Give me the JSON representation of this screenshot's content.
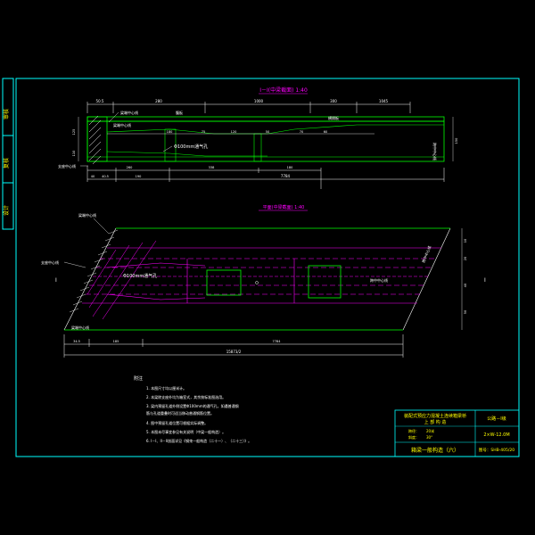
{
  "colors": {
    "background": "#000000",
    "frame": "#00ffff",
    "structure": "#00ff00",
    "accent": "#ff00ff",
    "dimension": "#ffffff",
    "title": "#ffff00",
    "label": "#00ffff"
  },
  "side_panel": {
    "label_top": "审核",
    "label_mid": "复核",
    "label_bottom": "设计"
  },
  "section_view": {
    "title": "I－I(中梁截面) 1:40",
    "dims_top": [
      "50.5",
      "280",
      "1000",
      "300",
      "1045"
    ],
    "dims_mid": [
      "180",
      "75",
      "120",
      "50",
      "70",
      "60"
    ],
    "dims_bottom": [
      "40",
      "40.5",
      "190",
      "260",
      "338",
      "180"
    ],
    "total": "7784",
    "left_heights": [
      "125",
      "110"
    ],
    "right_height": "150",
    "labels": {
      "beam_end_line": "梁端中心线",
      "bearing_center": "支座中心线",
      "vent_hole": "Φ100mm通气孔",
      "seat": "梁端中心线",
      "web": "腹板",
      "stiffener": "横隔板",
      "right_note": "跨中中心线"
    }
  },
  "plan_view": {
    "title": "平面(中梁截面) 1:40",
    "labels": {
      "beam_end_line": "梁端中心线",
      "bearing_center": "支座中心线",
      "vent_hole": "Φ100mm通气孔",
      "midspan": "跨中中心线",
      "bottom": "梁端中心线",
      "cut_mark": "I"
    },
    "dims_bottom": [
      "34.5",
      "185",
      "7784"
    ],
    "total": "15873/2",
    "right_dims": [
      "10",
      "20",
      "40",
      "50"
    ]
  },
  "notes": {
    "heading": "附注",
    "items": [
      "1. 本图尺寸均以厘米计。",
      "2. 本梁除支座外均为箱室式，其余按标准图选用。",
      "3. 梁内预留孔道外侧设置Φ100mm的通气孔，如遇普通钢",
      "   筋与孔道重叠时可适当移动普通钢筋位置。",
      "4. 图中预留孔道位置可根据实际调整。",
      "5. 本图未尽事宜参见有关说明（中梁一般构造）。",
      "6. I－I、II－II剖面详见《钢束一般构造（二十一）、（二十三）》。"
    ]
  },
  "title_block": {
    "project": "装配式预应力混凝土连续箱梁桥",
    "subtitle": "上 部 构 造",
    "span_label": "跨径：",
    "span_value": "20米",
    "width_label": "斜度：",
    "width_value": "30°",
    "drawing_name": "箱梁一般构造（六）",
    "right_top": "公路－I级",
    "right_mid": "2×W-12.0M",
    "drawing_no": "图号：SHB-405/20"
  }
}
